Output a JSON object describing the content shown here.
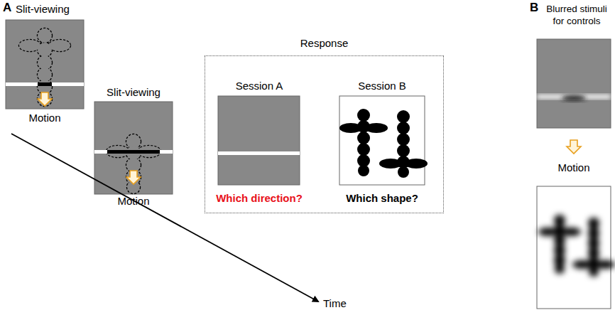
{
  "diagram": {
    "nodes": [
      {
        "text": [
          "Response"
        ]
      },
      {
        "text": [
          "Session A",
          "Which direction?"
        ],
        "in": 0
      },
      {
        "text": [
          "Session B",
          "Which shape?"
        ],
        "in": 0
      },
      {
        "text": [
          "Motion"
        ]
      },
      {
        "text": [
          "Slit-viewing",
          "Motion"
        ]
      },
      {
        "text": [
          "Motion"
        ]
      }
    ],
    "labels": [
      "A",
      "Slit-viewing",
      "Time",
      "B",
      "Blurred stimuli for controls"
    ]
  }
}
